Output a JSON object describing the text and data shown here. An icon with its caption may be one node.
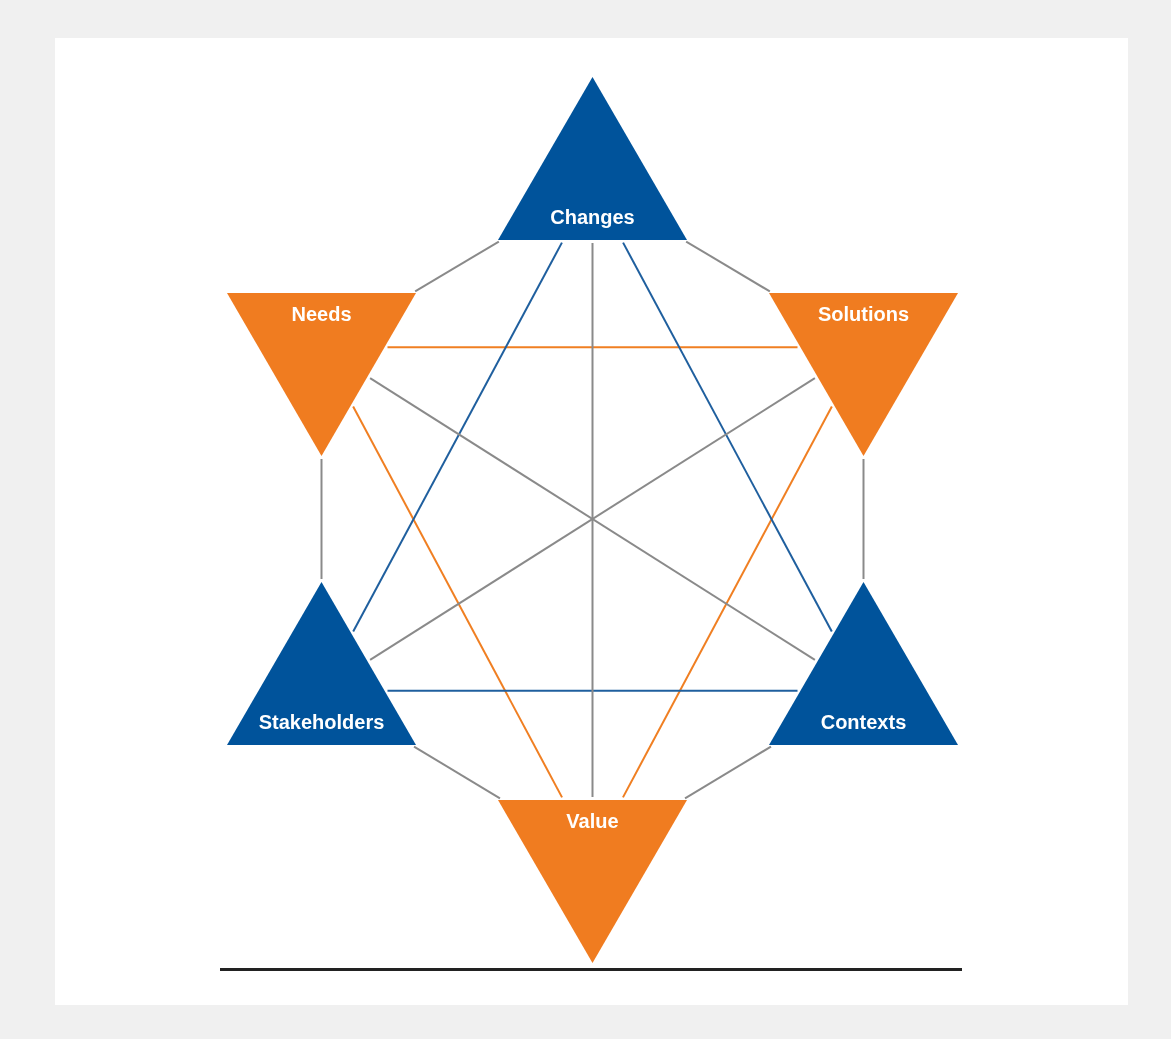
{
  "diagram": {
    "nodes": [
      {
        "text": [
          "Changes"
        ]
      },
      {
        "text": [
          "Needs"
        ]
      },
      {
        "text": [
          "Solutions"
        ]
      },
      {
        "text": [
          "Stakeholders"
        ]
      },
      {
        "text": [
          "Contexts"
        ]
      },
      {
        "text": [
          "Value"
        ]
      }
    ],
    "edges": [
      {
        "from": 0,
        "to": 1,
        "arrow": "none"
      },
      {
        "from": 0,
        "to": 2,
        "arrow": "none"
      },
      {
        "from": 1,
        "to": 3,
        "arrow": "none"
      },
      {
        "from": 2,
        "to": 4,
        "arrow": "none"
      },
      {
        "from": 3,
        "to": 5,
        "arrow": "none"
      },
      {
        "from": 4,
        "to": 5,
        "arrow": "none"
      },
      {
        "from": 1,
        "to": 2,
        "arrow": "none",
        "color": "#f07f22"
      },
      {
        "from": 1,
        "to": 5,
        "arrow": "none",
        "color": "#f07f22"
      },
      {
        "from": 2,
        "to": 5,
        "arrow": "none",
        "color": "#f07f22"
      },
      {
        "from": 0,
        "to": 3,
        "arrow": "none",
        "color": "#1f5f9e"
      },
      {
        "from": 0,
        "to": 4,
        "arrow": "none",
        "color": "#1f5f9e"
      },
      {
        "from": 3,
        "to": 4,
        "arrow": "none",
        "color": "#1f5f9e"
      },
      {
        "from": 0,
        "to": 5,
        "arrow": "none"
      },
      {
        "from": 1,
        "to": 4,
        "arrow": "none"
      },
      {
        "from": 2,
        "to": 3,
        "arrow": "none"
      }
    ]
  }
}
